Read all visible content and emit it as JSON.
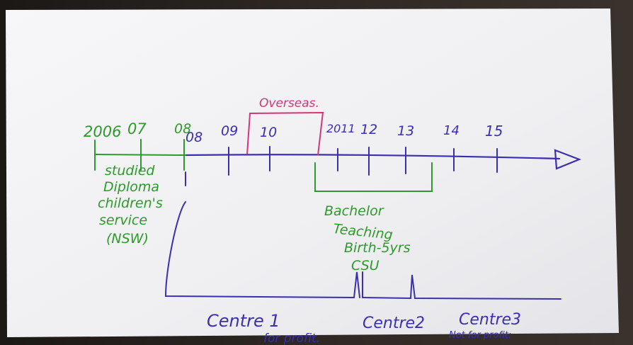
{
  "photo": {
    "years_green": [
      "2006",
      "07",
      "08"
    ],
    "years_purple": [
      "08",
      "09",
      "10"
    ],
    "years_after": [
      "2011",
      "12",
      "13",
      "14",
      "15"
    ],
    "overseas": "Overseas.",
    "diploma": [
      "studied",
      "Diploma",
      "children's",
      "service",
      "(NSW)"
    ],
    "bachelor": [
      "Bachelor",
      "Teaching",
      "Birth-5yrs",
      "CSU"
    ],
    "centre1": "Centre 1",
    "centre1_sub": "for profit.",
    "centre2": "Centre2",
    "centre3": "Centre3",
    "centre3_sub": "Not for profit:"
  },
  "colors": {
    "paper": "#f3f3f5",
    "green": "#2e9a2b",
    "purple": "#3a2fb0",
    "pink": "#d1377a",
    "background": "#2b2521"
  }
}
